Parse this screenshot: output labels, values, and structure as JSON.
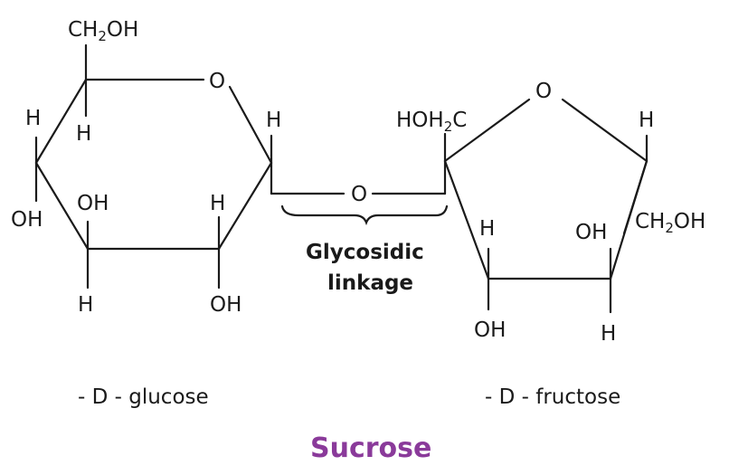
{
  "glucose": {
    "ring_oxygen": "O",
    "ch2oh": {
      "prefix": "CH",
      "sub": "2",
      "suffix": "OH"
    },
    "c5_h": "H",
    "c4_h": "H",
    "c4_oh": "OH",
    "c3_oh": "OH",
    "c3_h": "H",
    "c2_h": "H",
    "c2_oh": "OH",
    "c1_h": "H",
    "name": "- D - glucose"
  },
  "linkage": {
    "oxygen": "O",
    "label_line1": "Glycosidic",
    "label_line2": "linkage"
  },
  "fructose": {
    "ring_oxygen": "O",
    "hoh2c": {
      "prefix": "HOH",
      "sub": "2",
      "suffix": "C"
    },
    "c5_h": "H",
    "c6_ch2oh": {
      "prefix": "CH",
      "sub": "2",
      "suffix": "OH"
    },
    "c3_h": "H",
    "c3_oh": "OH",
    "c4_oh": "OH",
    "c4_h": "H",
    "name": "- D - fructose"
  },
  "title": "Sucrose",
  "colors": {
    "bond": "#1a1a1a",
    "text": "#1a1a1a",
    "title": "#8a3a9a"
  }
}
